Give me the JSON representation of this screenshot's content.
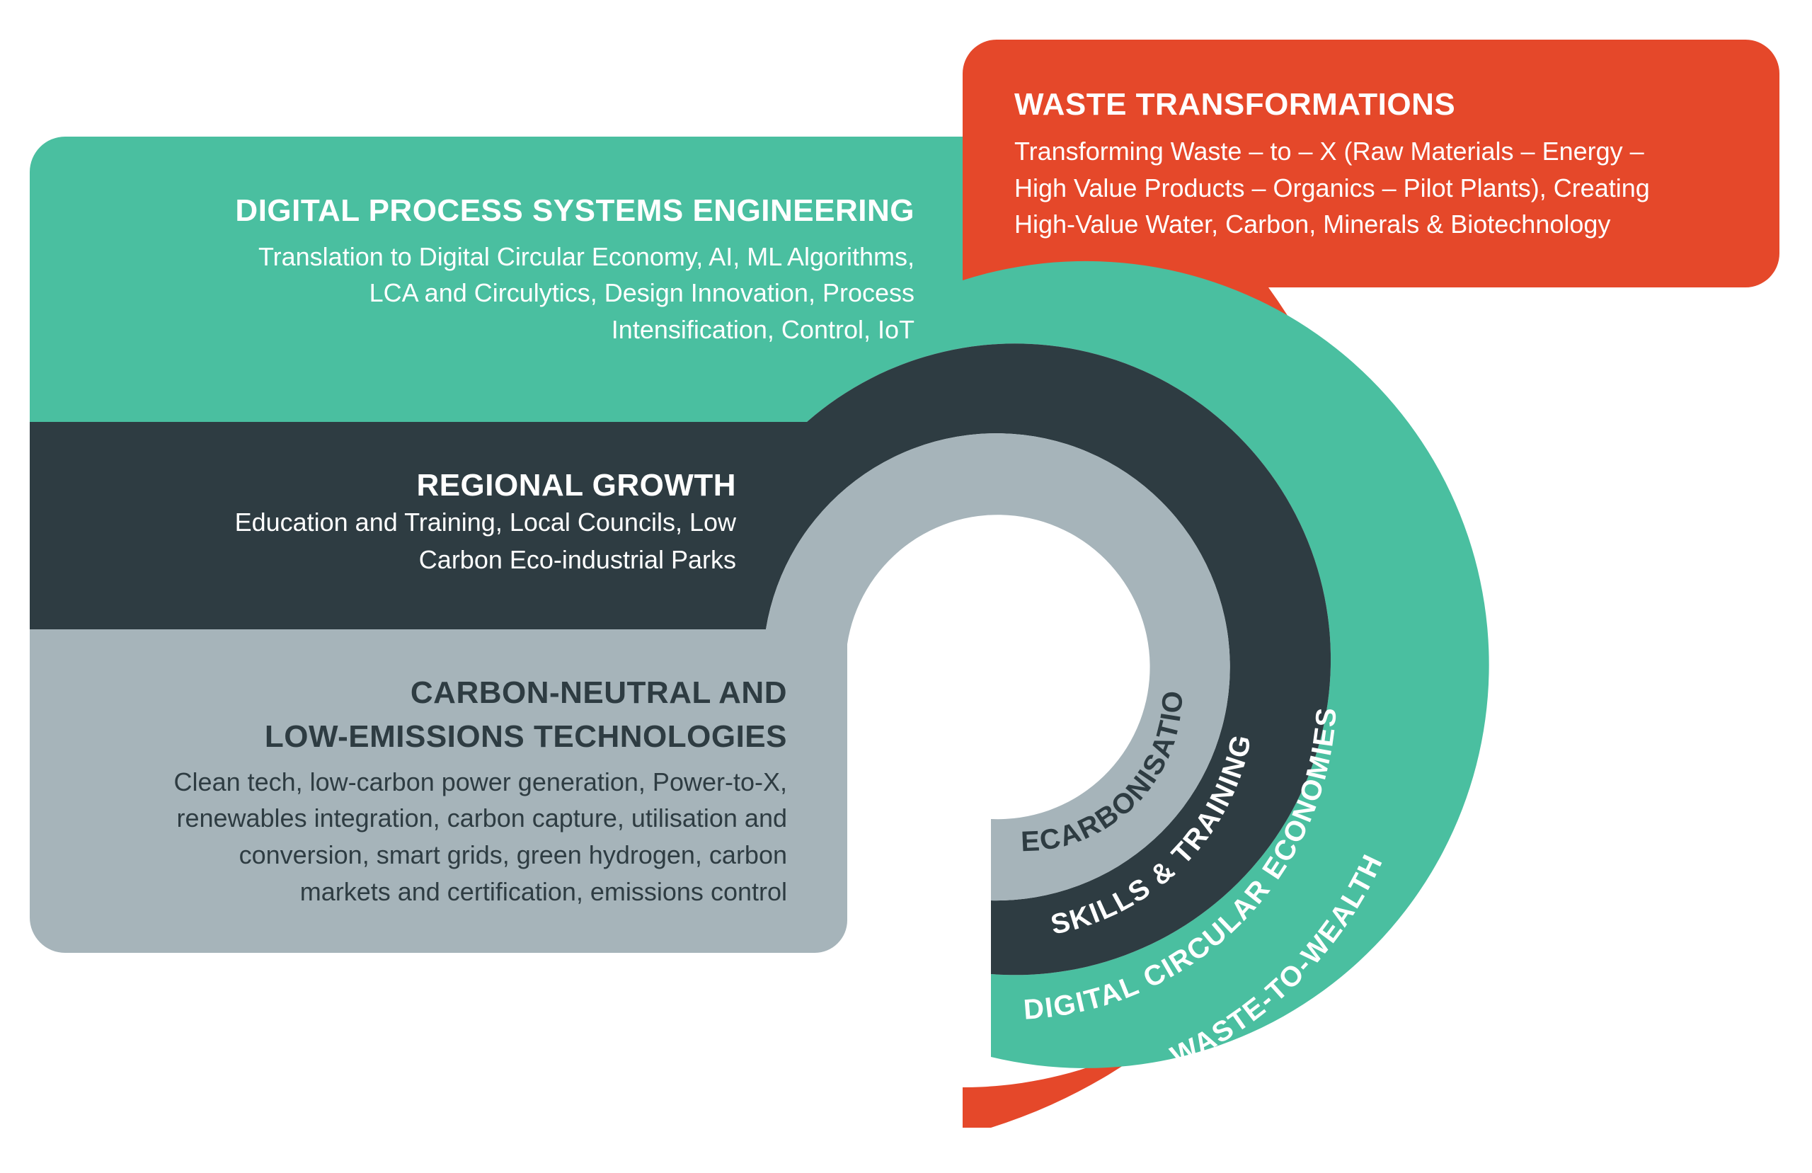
{
  "colors": {
    "red": "#E5482A",
    "teal": "#4ABFA0",
    "dark": "#2E3C42",
    "grey": "#A6B4BA",
    "white": "#FFFFFF"
  },
  "panels": {
    "waste": {
      "title": "WASTE TRANSFORMATIONS",
      "lines": [
        "Transforming Waste – to – X (Raw Materials – Energy –",
        "High Value Products – Organics – Pilot Plants), Creating",
        "High-Value Water, Carbon, Minerals & Biotechnology"
      ]
    },
    "digital": {
      "title": "DIGITAL PROCESS SYSTEMS ENGINEERING",
      "lines": [
        "Translation to Digital Circular Economy, AI, ML Algorithms,",
        "LCA and Circulytics, Design Innovation, Process",
        "Intensification, Control, IoT"
      ]
    },
    "regional": {
      "title": "REGIONAL GROWTH",
      "lines": [
        "Education and Training, Local Councils, Low",
        "Carbon Eco-industrial Parks"
      ]
    },
    "carbon": {
      "title_lines": [
        "CARBON-NEUTRAL AND",
        "LOW-EMISSIONS TECHNOLOGIES"
      ],
      "lines": [
        "Clean tech, low-carbon power generation, Power-to-X,",
        "renewables integration, carbon capture, utilisation and",
        "conversion, smart grids, green hydrogen, carbon",
        "markets and certification, emissions control"
      ]
    }
  },
  "arcs": {
    "decarbonisation": "DECARBONISATION",
    "skills": "SKILLS & TRAINING",
    "digital_circular": "DIGITAL CIRCULAR ECONOMIES",
    "waste_to_wealth": "WASTE-TO-WEALTH"
  }
}
